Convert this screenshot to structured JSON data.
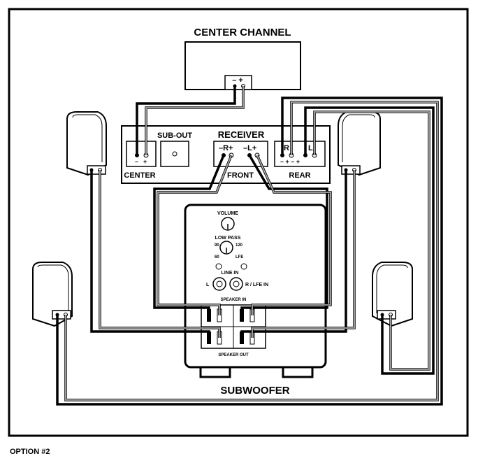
{
  "labels": {
    "center_channel": "CENTER CHANNEL",
    "receiver": "RECEIVER",
    "sub_out": "SUB-OUT",
    "center": "CENTER",
    "front": "FRONT",
    "rear": "REAR",
    "volume": "VOLUME",
    "low_pass": "LOW PASS",
    "lp_90": "90",
    "lp_120": "120",
    "lp_60": "60",
    "lp_lfe": "LFE",
    "line_in": "LINE IN",
    "line_l": "L",
    "line_r": "R / LFE IN",
    "speaker_in": "SPEAKER IN",
    "speaker_out": "SPEAKER OUT",
    "subwoofer": "SUBWOOFER",
    "minus": "–",
    "plus": "+",
    "r": "R",
    "l": "L"
  },
  "caption": "OPTION #2"
}
